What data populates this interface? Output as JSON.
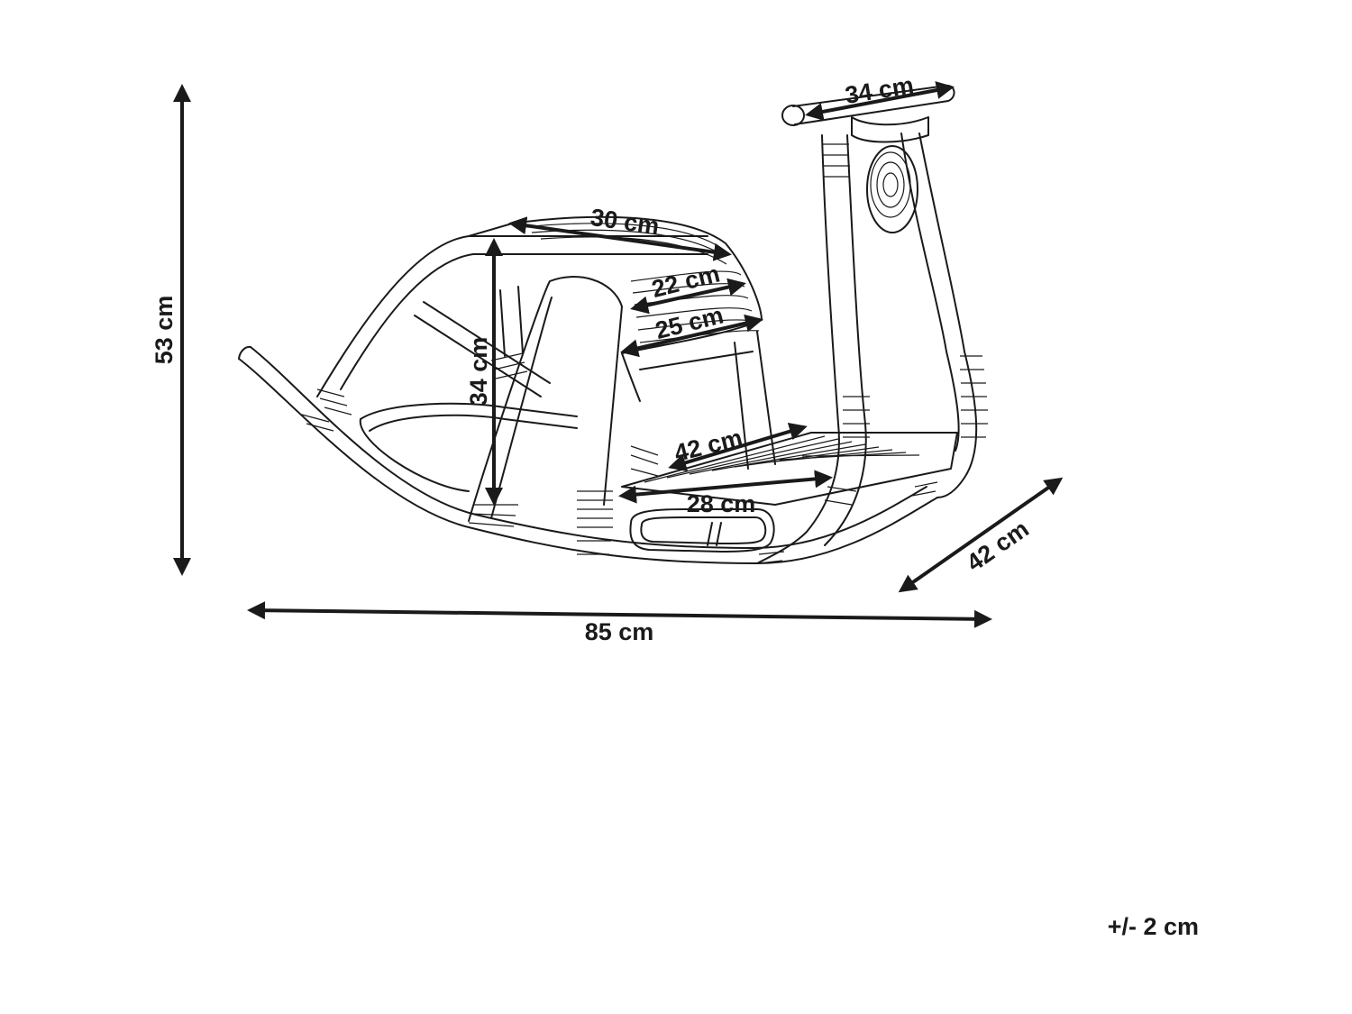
{
  "dimensions": {
    "overall_height": "53 cm",
    "overall_length": "85 cm",
    "depth": "42 cm",
    "handle_width": "34 cm",
    "seat_top_width": "30 cm",
    "seat_mid_width": "22 cm",
    "seat_front_width": "25 cm",
    "seat_height": "34 cm",
    "footrest_length": "42 cm",
    "footrest_width": "28 cm"
  },
  "tolerance": "+/- 2 cm",
  "colors": {
    "ink": "#1a1a1a",
    "background": "#ffffff"
  }
}
